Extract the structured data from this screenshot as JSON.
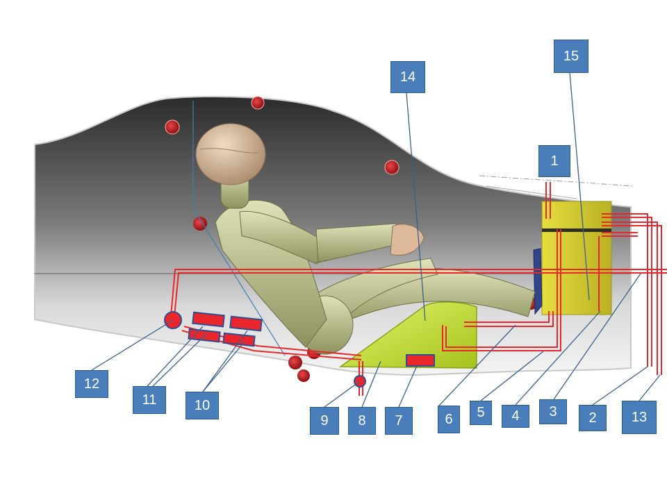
{
  "callouts": {
    "c1": "1",
    "c2": "2",
    "c3": "3",
    "c4": "4",
    "c5": "5",
    "c6": "6",
    "c7": "7",
    "c8": "8",
    "c9": "9",
    "c10": "10",
    "c11": "11",
    "c12": "12",
    "c13": "13",
    "c14": "14",
    "c15": "15"
  },
  "colors": {
    "callout_fill": "#4a7ebb",
    "callout_text": "#ffffff",
    "leader_line": "#3b5f8a",
    "harness_wire": "#e8262b",
    "box_yellow": "#d8d230",
    "pedestal_green": "#c8e63a",
    "mannequin": "#b9bd8c",
    "head": "#d8b898"
  }
}
